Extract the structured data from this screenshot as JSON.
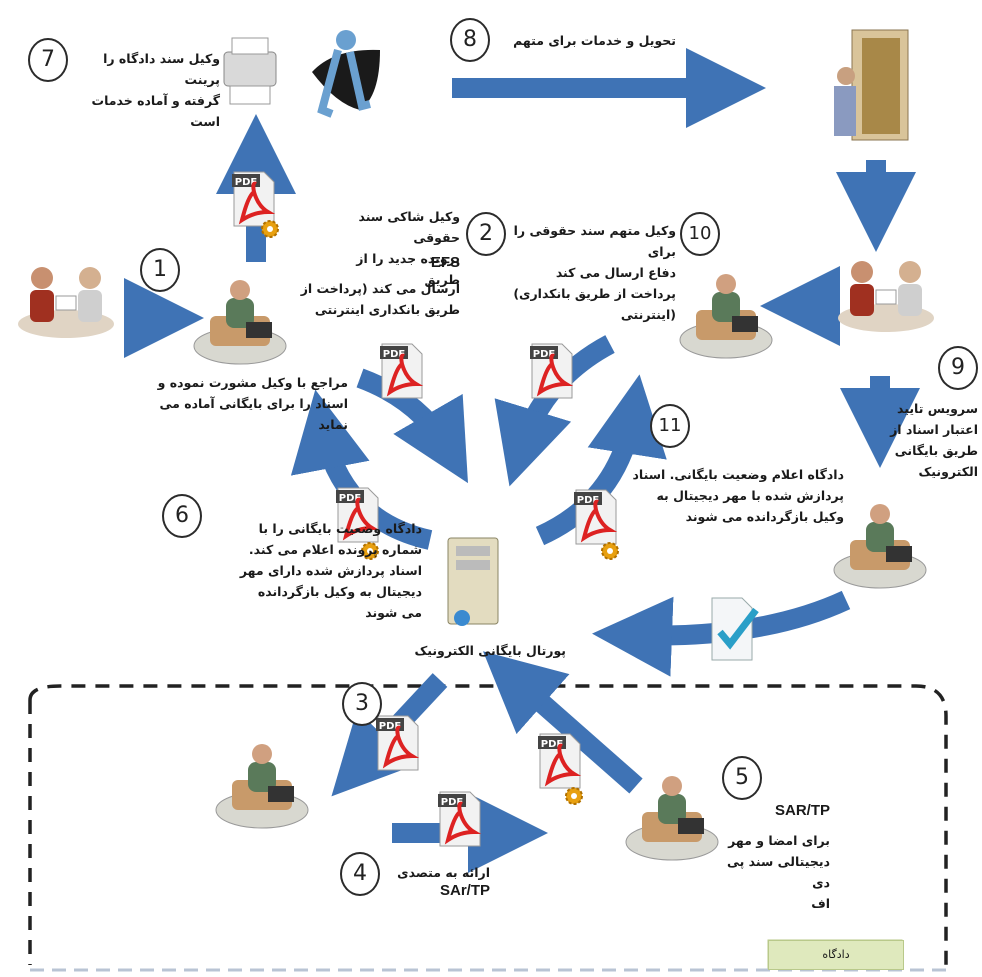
{
  "steps": [
    {
      "number": "1",
      "text": "مراجع با وکیل مشورت نموده و\nاسناد را برای بایگانی آماده می\nنماید"
    },
    {
      "number": "2",
      "text": "وکیل شاکی سند حقوقی\nپرونده جدید را از طریق",
      "efs": "EFS",
      "text2": "ارسال می کند (پرداخت از\nطریق بانکداری اینترنتی"
    },
    {
      "number": "3"
    },
    {
      "number": "4",
      "text": "ارائه به متصدی",
      "sar": "SAr/TP"
    },
    {
      "number": "5",
      "sar": "SAR/TP",
      "text": "برای امضا و مهر\nدیجیتالی سند پی دی\nاف"
    },
    {
      "number": "6",
      "text": "دادگاه وضعیت بایگانی را با\nشماره پرونده اعلام می کند.\nاسناد پردازش شده دارای مهر\nدیجیتال به وکیل بازگردانده\nمی شوند"
    },
    {
      "number": "7",
      "text": "وکیل سند دادگاه را پرینت\nگرفته و آماده خدمات است"
    },
    {
      "number": "8",
      "text": "تحویل و خدمات برای متهم"
    },
    {
      "number": "9",
      "text": "سرویس تایید\nاعتبار اسناد از\nطریق بایگانی\nالکترونیک"
    },
    {
      "number": "10",
      "text": "وکیل متهم سند حقوقی را برای\nدفاع ارسال می کند\nپرداخت از طریق بانکداری)\n(اینترنتی"
    },
    {
      "number": "11",
      "text": "دادگاه اعلام وضعیت بایگانی. اسناد\nپردازش شده با مهر دیجیتال به\nوکیل بازگردانده می شوند"
    }
  ],
  "ui_text": {
    "portal": "پورتال بایگانی الکترونیک",
    "court": "دادگاه",
    "pdf": "PDF",
    "arrow_color": "#3f73b5"
  }
}
